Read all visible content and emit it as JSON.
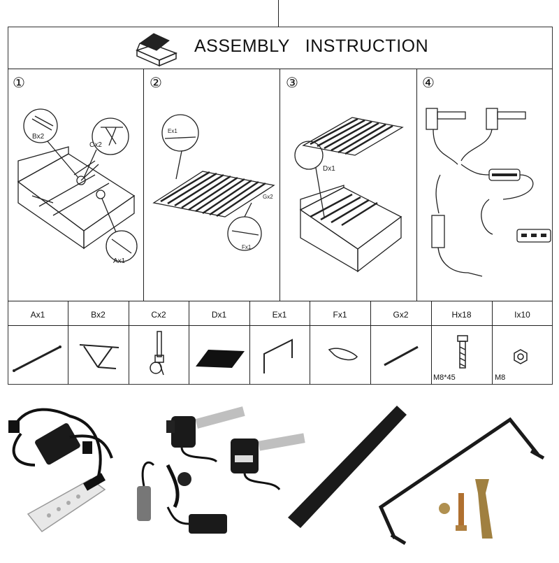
{
  "header": {
    "title": "ASSEMBLY   INSTRUCTION"
  },
  "steps": [
    {
      "number": "①",
      "callouts": [
        "Bx2",
        "Cx2",
        "Ax1"
      ]
    },
    {
      "number": "②",
      "callouts": [
        "Ex1",
        "Gx2",
        "Fx1"
      ]
    },
    {
      "number": "③",
      "callouts": [
        "Dx1"
      ]
    },
    {
      "number": "④",
      "callouts": []
    }
  ],
  "parts": [
    {
      "label": "Ax1",
      "icon": "gas-strut-icon"
    },
    {
      "label": "Bx2",
      "icon": "lift-hinge-icon"
    },
    {
      "label": "Cx2",
      "icon": "actuator-bracket-icon"
    },
    {
      "label": "Dx1",
      "icon": "slat-frame-icon"
    },
    {
      "label": "Ex1",
      "icon": "u-handle-icon"
    },
    {
      "label": "Fx1",
      "icon": "clip-icon"
    },
    {
      "label": "Gx2",
      "icon": "rod-icon"
    },
    {
      "label": "Hx18",
      "sub": "M8*45",
      "icon": "bolt-icon"
    },
    {
      "label": "Ix10",
      "sub": "M8",
      "icon": "nut-icon"
    }
  ]
}
